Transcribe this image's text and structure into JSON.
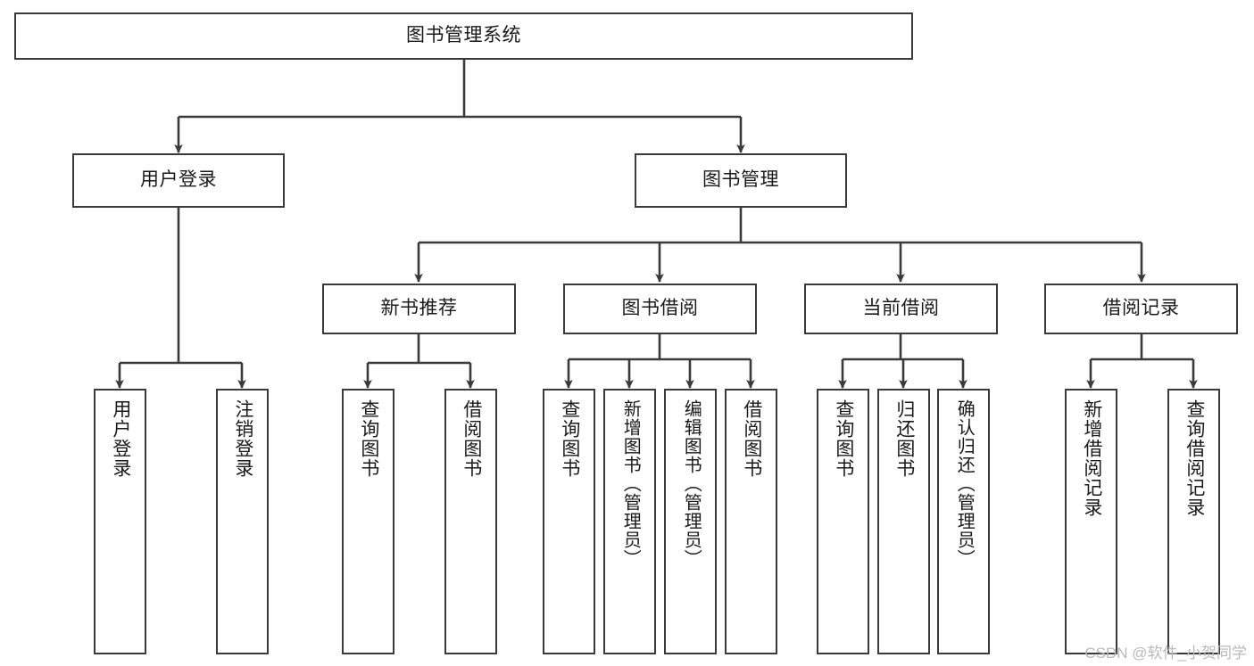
{
  "diagram": {
    "title": "图书管理系统",
    "watermark": "CSDN @软件_小贺同学",
    "stroke_color": "#3a3a3a",
    "text_color": "#1a1a1a",
    "background_color": "#ffffff",
    "nodes": {
      "root": {
        "label": "图书管理系统"
      },
      "level2": [
        {
          "label": "用户登录"
        },
        {
          "label": "图书管理"
        }
      ],
      "level3": [
        {
          "label": "新书推荐"
        },
        {
          "label": "图书借阅"
        },
        {
          "label": "当前借阅"
        },
        {
          "label": "借阅记录"
        }
      ],
      "leaves_user_login": [
        {
          "label": "用户登录"
        },
        {
          "label": "注销登录"
        }
      ],
      "leaves_new_book": [
        {
          "label": "查询图书"
        },
        {
          "label": "借阅图书"
        }
      ],
      "leaves_borrow": [
        {
          "label": "查询图书"
        },
        {
          "label": "新增图书（管理员）"
        },
        {
          "label": "编辑图书（管理员）"
        },
        {
          "label": "借阅图书"
        }
      ],
      "leaves_current": [
        {
          "label": "查询图书"
        },
        {
          "label": "归还图书"
        },
        {
          "label": "确认归还（管理员）"
        }
      ],
      "leaves_records": [
        {
          "label": "新增借阅记录"
        },
        {
          "label": "查询借阅记录"
        }
      ]
    }
  }
}
